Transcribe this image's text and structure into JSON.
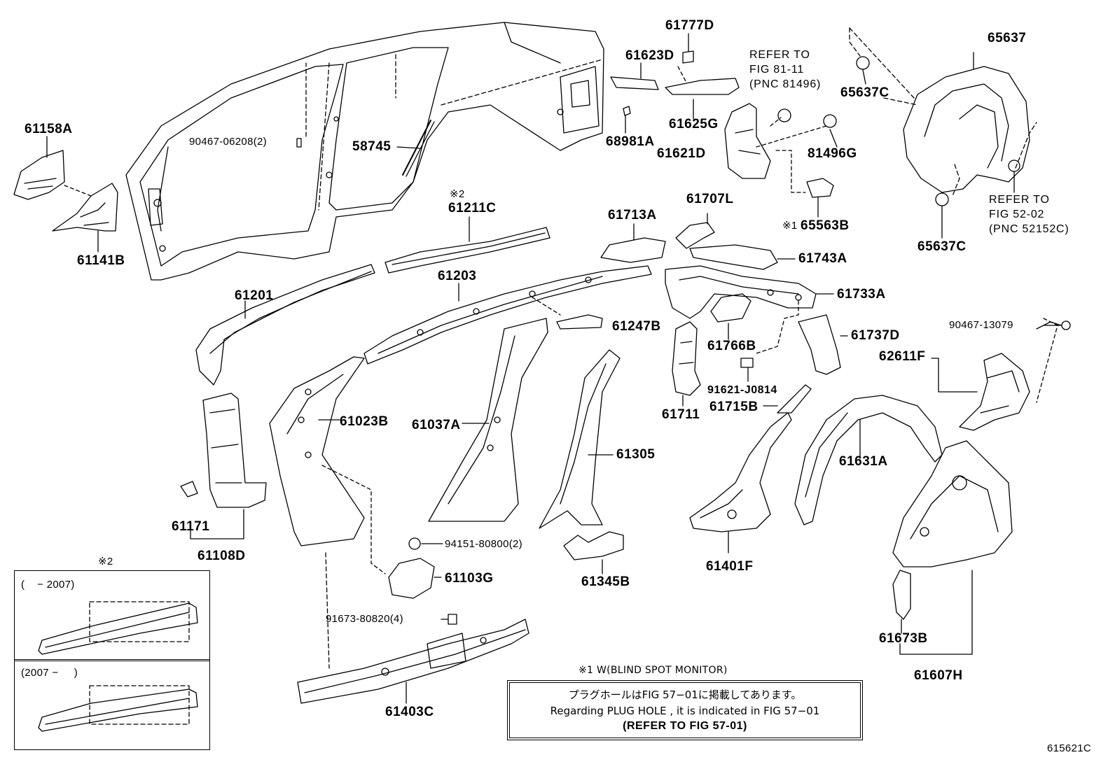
{
  "labels": {
    "p61158A": "61158A",
    "p61141B": "61141B",
    "p90467_06208": "90467-06208(2)",
    "p58745": "58745",
    "p61623D": "61623D",
    "p61777D": "61777D",
    "p68981A": "68981A",
    "p61625G": "61625G",
    "p61621D": "61621D",
    "p81496G": "81496G",
    "p65637": "65637",
    "p65637C_a": "65637C",
    "p65637C_b": "65637C",
    "p65563B": "65563B",
    "mark1_65563B": "※1",
    "mark2_61211C": "※2",
    "p61211C": "61211C",
    "p61713A": "61713A",
    "p61707L": "61707L",
    "p61743A": "61743A",
    "p61733A": "61733A",
    "p61201": "61201",
    "p61203": "61203",
    "p61247B": "61247B",
    "p61766B": "61766B",
    "p61737D": "61737D",
    "p90467_13079": "90467-13079",
    "p62611F": "62611F",
    "p91621_J0814": "91621-J0814",
    "p61715B": "61715B",
    "p61711": "61711",
    "p61023B": "61023B",
    "p61037A": "61037A",
    "p61305": "61305",
    "p61631A": "61631A",
    "p61171": "61171",
    "p61108D": "61108D",
    "p94151_80800": "94151-80800(2)",
    "p61103G": "61103G",
    "p61345B": "61345B",
    "p61401F": "61401F",
    "p91673_80820": "91673-80820(4)",
    "p61403C": "61403C",
    "p61673B": "61673B",
    "p61607H": "61607H"
  },
  "refs": {
    "ref_81496": "REFER TO\nFIG 81-11\n(PNC 81496)",
    "ref_52152C": "REFER TO\nFIG 52-02\n(PNC 52152C)"
  },
  "inset": {
    "mark": "※2",
    "range_top": "(    − 2007)",
    "range_bottom": "(2007 −     )"
  },
  "notes": {
    "blind_spot": "※1 W(BLIND SPOT MONITOR)",
    "jp": "プラグホールはFIG 57−01に掲載してあります。",
    "en": "Regarding  PLUG  HOLE , it is indicated in FIG  57−01",
    "refer": "(REFER TO FIG 57-01)"
  },
  "figure_id": "615621C"
}
